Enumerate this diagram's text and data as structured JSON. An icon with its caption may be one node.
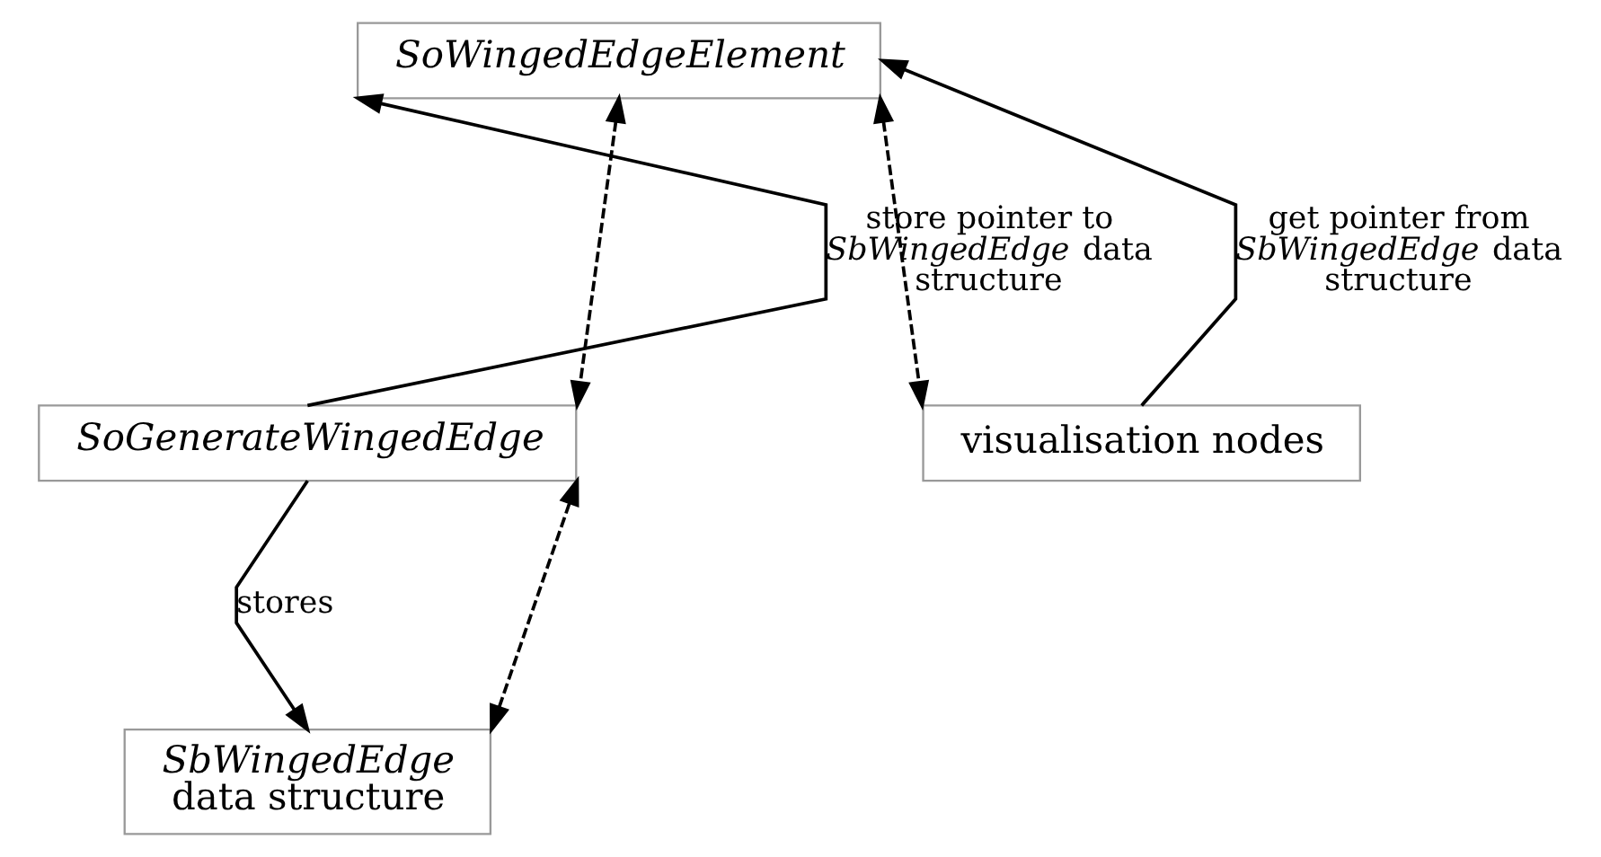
{
  "diagram": {
    "nodes": [
      {
        "text": [
          "SoWingedEdgeElement"
        ]
      },
      {
        "text": [
          "SoGenerateWingedEdge"
        ]
      },
      {
        "text": [
          "visualisation nodes"
        ]
      },
      {
        "text": [
          "SbWingedEdge",
          "data structure"
        ]
      }
    ],
    "edges": [
      {
        "from": 1,
        "to": 0,
        "arrow": "to",
        "label": "store pointer to *SbWingedEdge* data structure"
      },
      {
        "from": 0,
        "to": 1,
        "arrow": "both",
        "style": "dashed"
      },
      {
        "from": 0,
        "to": 2,
        "arrow": "both",
        "style": "dashed"
      },
      {
        "from": 2,
        "to": 0,
        "arrow": "to",
        "label": "get pointer from *SbWingedEdge* data structure"
      },
      {
        "from": 1,
        "to": 3,
        "arrow": "to",
        "label": "stores"
      },
      {
        "from": 3,
        "to": 1,
        "arrow": "both",
        "style": "dashed"
      }
    ]
  }
}
